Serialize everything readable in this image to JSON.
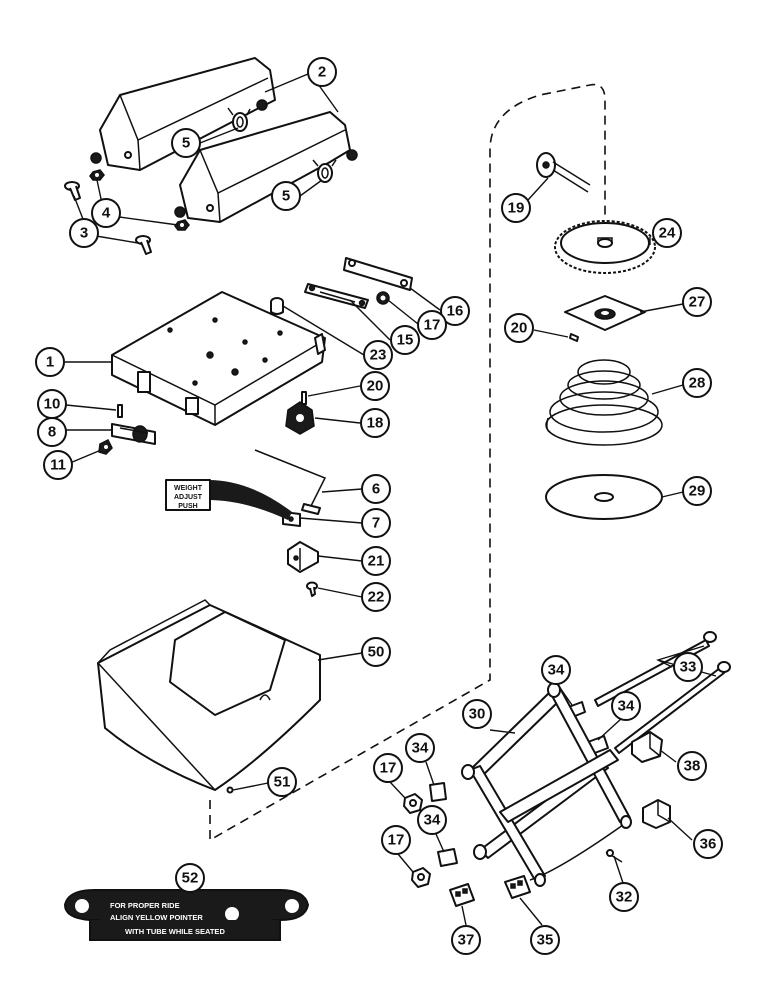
{
  "callouts": [
    {
      "id": "c2",
      "label": "2"
    },
    {
      "id": "c5a",
      "label": "5"
    },
    {
      "id": "c5b",
      "label": "5"
    },
    {
      "id": "c4",
      "label": "4"
    },
    {
      "id": "c3",
      "label": "3"
    },
    {
      "id": "c1",
      "label": "1"
    },
    {
      "id": "c23",
      "label": "23"
    },
    {
      "id": "c15",
      "label": "15"
    },
    {
      "id": "c16",
      "label": "16"
    },
    {
      "id": "c17a",
      "label": "17"
    },
    {
      "id": "c20a",
      "label": "20"
    },
    {
      "id": "c18",
      "label": "18"
    },
    {
      "id": "c10",
      "label": "10"
    },
    {
      "id": "c8",
      "label": "8"
    },
    {
      "id": "c11",
      "label": "11"
    },
    {
      "id": "c6",
      "label": "6"
    },
    {
      "id": "c7",
      "label": "7"
    },
    {
      "id": "c21",
      "label": "21"
    },
    {
      "id": "c22",
      "label": "22"
    },
    {
      "id": "c50",
      "label": "50"
    },
    {
      "id": "c51",
      "label": "51"
    },
    {
      "id": "c19",
      "label": "19"
    },
    {
      "id": "c24",
      "label": "24"
    },
    {
      "id": "c27",
      "label": "27"
    },
    {
      "id": "c20b",
      "label": "20"
    },
    {
      "id": "c28",
      "label": "28"
    },
    {
      "id": "c29",
      "label": "29"
    },
    {
      "id": "c34a",
      "label": "34"
    },
    {
      "id": "c33",
      "label": "33"
    },
    {
      "id": "c30",
      "label": "30"
    },
    {
      "id": "c34b",
      "label": "34"
    },
    {
      "id": "c38",
      "label": "38"
    },
    {
      "id": "c34c",
      "label": "34"
    },
    {
      "id": "c17b",
      "label": "17"
    },
    {
      "id": "c34d",
      "label": "34"
    },
    {
      "id": "c17c",
      "label": "17"
    },
    {
      "id": "c36",
      "label": "36"
    },
    {
      "id": "c32",
      "label": "32"
    },
    {
      "id": "c52",
      "label": "52"
    },
    {
      "id": "c37",
      "label": "37"
    },
    {
      "id": "c35",
      "label": "35"
    }
  ],
  "decal": {
    "line1": "WEIGHT",
    "line2": "ADJUST",
    "line3": "PUSH"
  },
  "plate": {
    "line1": "FOR PROPER RIDE",
    "line2": "ALIGN YELLOW POINTER",
    "line3": "WITH TUBE WHILE SEATED"
  }
}
